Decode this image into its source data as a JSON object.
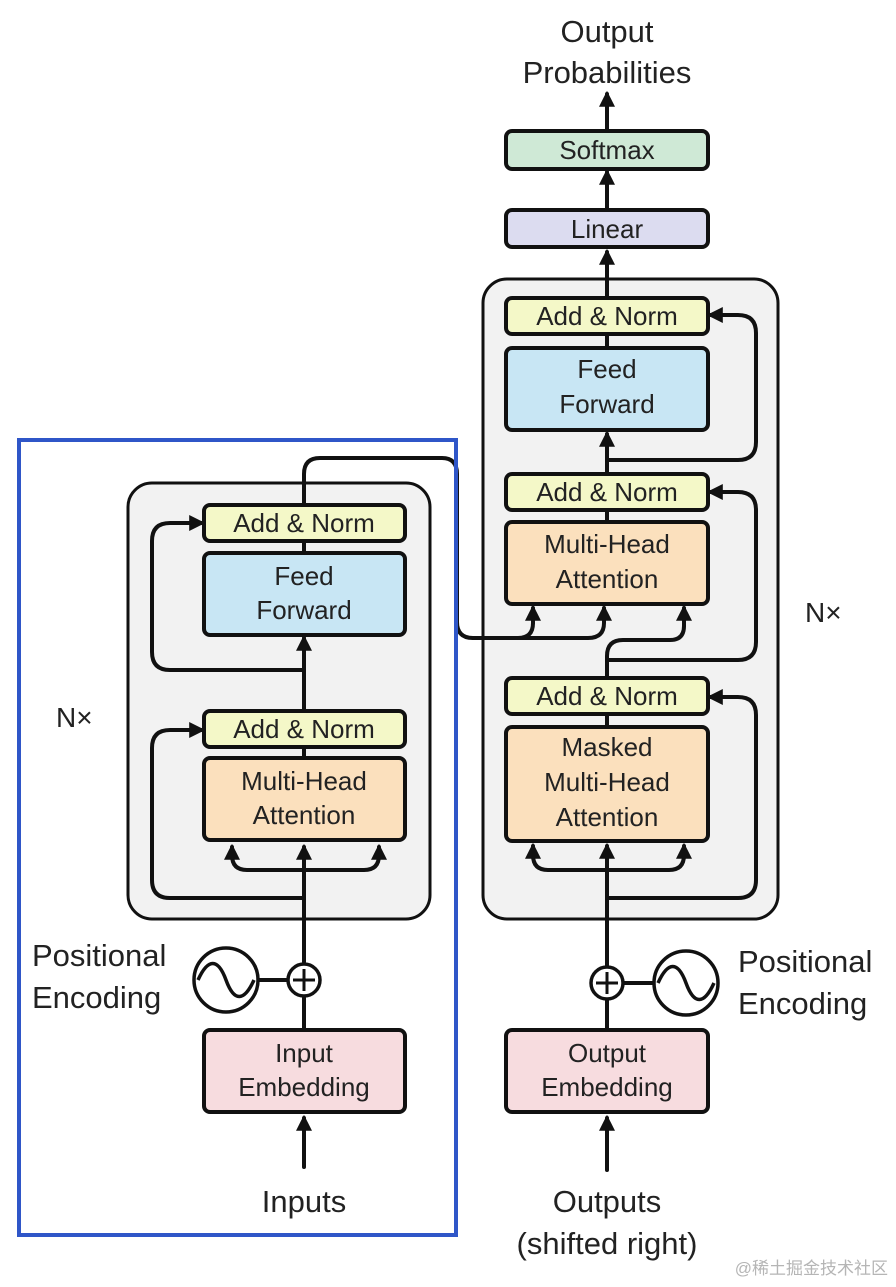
{
  "colors": {
    "add_norm": "#f4f8c8",
    "feed_forward": "#c8e6f4",
    "attention": "#fbe0bd",
    "embedding": "#f7dcdf",
    "linear": "#dcdcf0",
    "softmax": "#cfe9d6",
    "container": "#f2f2f2",
    "highlight": "#2f56c8"
  },
  "labels": {
    "output_title_1": "Output",
    "output_title_2": "Probabilities",
    "softmax": "Softmax",
    "linear": "Linear",
    "add_norm": "Add & Norm",
    "feed_1": "Feed",
    "feed_2": "Forward",
    "mha_1": "Multi-Head",
    "mha_2": "Attention",
    "masked_1": "Masked",
    "masked_2": "Multi-Head",
    "masked_3": "Attention",
    "nx": "N×",
    "pos_1": "Positional",
    "pos_2": "Encoding",
    "input_emb_1": "Input",
    "input_emb_2": "Embedding",
    "output_emb_1": "Output",
    "output_emb_2": "Embedding",
    "inputs": "Inputs",
    "outputs_1": "Outputs",
    "outputs_2": "(shifted right)",
    "watermark": "@稀土掘金技术社区"
  }
}
